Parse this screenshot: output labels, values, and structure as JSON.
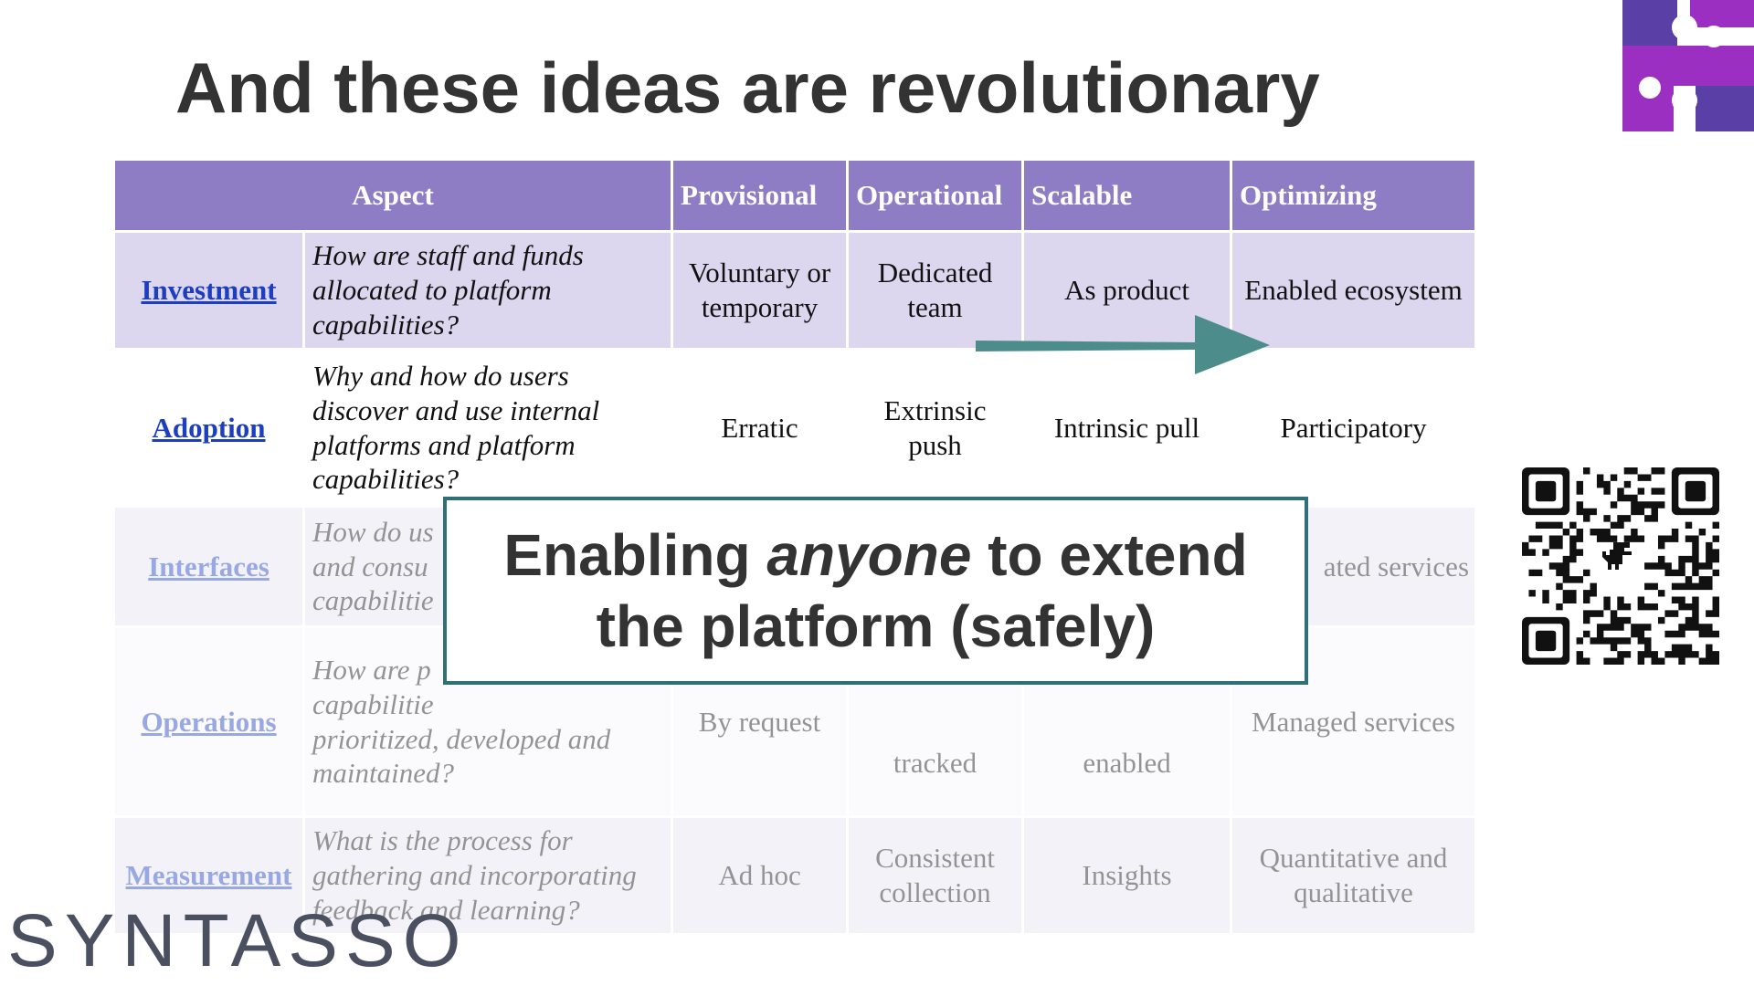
{
  "slide": {
    "title": "And these ideas are revolutionary",
    "brand": "SYNTASSO"
  },
  "colors": {
    "header_purple": "#8e7dc4",
    "row_lavender": "#dcd6ee",
    "link_blue": "#1d3fbf",
    "arrow_teal": "#4c8c8a",
    "callout_border": "#2f7078",
    "title_gray": "#333333",
    "logo_purple": "#9a2fc1",
    "logo_indigo": "#5a3fa6"
  },
  "icons": {
    "logo": "puzzle-logo-icon",
    "arrow": "arrow-right-icon",
    "qr": "qr-code-icon"
  },
  "table": {
    "headers": [
      "Aspect",
      "Provisional",
      "Operational",
      "Scalable",
      "Optimizing"
    ],
    "rows": [
      {
        "aspect": "Investment",
        "question": "How are staff and funds allocated to platform capabilities?",
        "provisional": "Voluntary or temporary",
        "operational": "Dedicated team",
        "scalable": "As product",
        "optimizing": "Enabled ecosystem"
      },
      {
        "aspect": "Adoption",
        "question": "Why and how do users discover and use internal platforms and platform capabilities?",
        "provisional": "Erratic",
        "operational": "Extrinsic push",
        "scalable": "Intrinsic pull",
        "optimizing": "Participatory"
      },
      {
        "aspect": "Interfaces",
        "question": "How do us",
        "question_2": "and consu",
        "question_3": "capabilitie",
        "optimizing": "ated services"
      },
      {
        "aspect": "Operations",
        "question": "How are p",
        "question_2": "capabilitie",
        "question_3": "prioritized, developed and maintained?",
        "provisional": "By request",
        "operational": "tracked",
        "scalable": "enabled",
        "optimizing": "Managed services"
      },
      {
        "aspect": "Measurement",
        "question": "What is the process for gathering and incorporating feedback and learning?",
        "provisional": "Ad hoc",
        "operational": "Consistent collection",
        "scalable": "Insights",
        "optimizing": "Quantitative and qualitative"
      }
    ]
  },
  "callout": {
    "line1_a": "Enabling ",
    "line1_em": "anyone",
    "line1_b": " to extend",
    "line2": "the platform (safely)"
  }
}
